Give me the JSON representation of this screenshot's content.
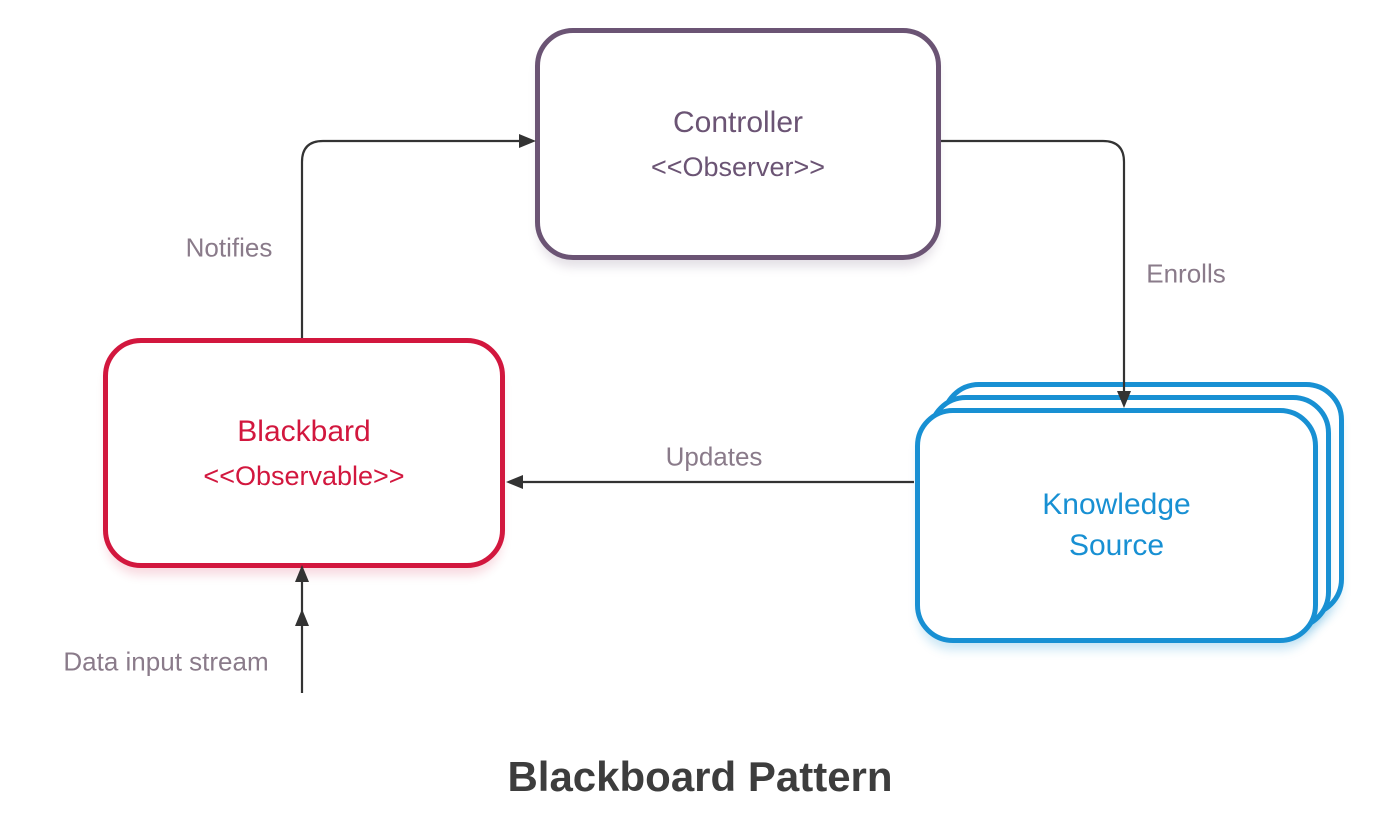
{
  "diagram": {
    "title": "Blackboard Pattern",
    "background_color": "#ffffff",
    "nodes": {
      "controller": {
        "name": "Controller",
        "stereotype": "<<Observer>>",
        "color": "#6b5474"
      },
      "blackboard": {
        "name": "Blackbard",
        "stereotype": "<<Observable>>",
        "color": "#d2173e"
      },
      "knowledge_source": {
        "name": "Knowledge\nSource",
        "color": "#1890d3",
        "stack_count": 3
      }
    },
    "edges": {
      "notifies": {
        "label": "Notifies",
        "from": "blackboard",
        "to": "controller"
      },
      "enrolls": {
        "label": "Enrolls",
        "from": "controller",
        "to": "knowledge_source"
      },
      "updates": {
        "label": "Updates",
        "from": "knowledge_source",
        "to": "blackboard"
      },
      "data_input": {
        "label": "Data input stream",
        "to": "blackboard"
      }
    },
    "colors": {
      "edge_line": "#333333",
      "edge_label": "#8a7b8a",
      "title": "#3d3d3d"
    }
  }
}
